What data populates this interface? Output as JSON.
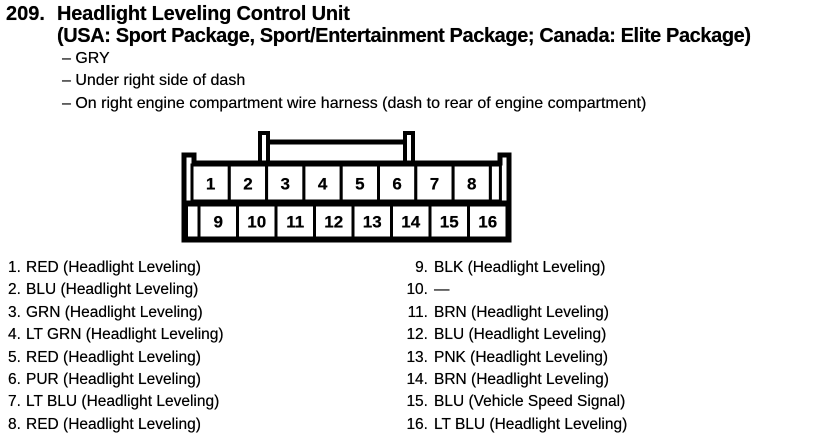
{
  "header": {
    "item_number": "209.",
    "title": "Headlight Leveling Control Unit",
    "subtitle": "(USA: Sport Package, Sport/Entertainment Package; Canada: Elite Package)",
    "details": [
      "– GRY",
      "– Under right side of dash",
      "– On right engine compartment wire harness (dash to rear of engine compartment)"
    ]
  },
  "connector": {
    "description": "16-pin connector, front view, with center latch",
    "top_row_pins": [
      "1",
      "2",
      "3",
      "4",
      "5",
      "6",
      "7",
      "8"
    ],
    "bottom_row_pins": [
      "9",
      "10",
      "11",
      "12",
      "13",
      "14",
      "15",
      "16"
    ]
  },
  "pin_list": {
    "left": [
      {
        "num": "1.",
        "label": "RED (Headlight Leveling)"
      },
      {
        "num": "2.",
        "label": "BLU (Headlight Leveling)"
      },
      {
        "num": "3.",
        "label": "GRN (Headlight Leveling)"
      },
      {
        "num": "4.",
        "label": "LT GRN (Headlight Leveling)"
      },
      {
        "num": "5.",
        "label": "RED (Headlight Leveling)"
      },
      {
        "num": "6.",
        "label": "PUR (Headlight Leveling)"
      },
      {
        "num": "7.",
        "label": "LT BLU (Headlight Leveling)"
      },
      {
        "num": "8.",
        "label": "RED (Headlight Leveling)"
      }
    ],
    "right": [
      {
        "num": "9.",
        "label": "BLK (Headlight Leveling)"
      },
      {
        "num": "10.",
        "label": "—"
      },
      {
        "num": "11.",
        "label": "BRN (Headlight Leveling)"
      },
      {
        "num": "12.",
        "label": "BLU (Headlight Leveling)"
      },
      {
        "num": "13.",
        "label": "PNK (Headlight Leveling)"
      },
      {
        "num": "14.",
        "label": "BRN (Headlight Leveling)"
      },
      {
        "num": "15.",
        "label": "BLU (Vehicle Speed Signal)"
      },
      {
        "num": "16.",
        "label": "LT BLU (Headlight Leveling)"
      }
    ]
  },
  "colors": {
    "ink": "#000000",
    "paper": "#ffffff"
  }
}
